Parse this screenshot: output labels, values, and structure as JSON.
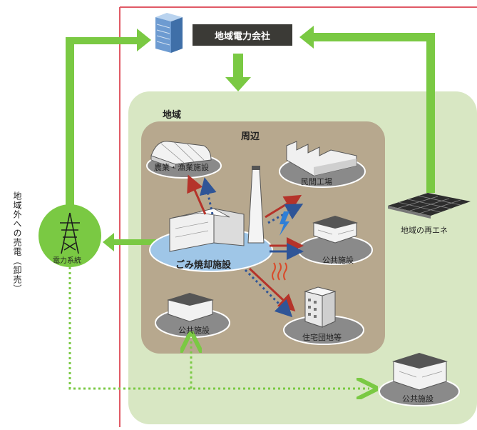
{
  "labels": {
    "company": "地域電力会社",
    "region": "地域",
    "surrounding": "周辺",
    "incinerator": "ごみ焼却施設",
    "agri": "農業・漁業施設",
    "factory": "民間工場",
    "public1": "公共施設",
    "public2": "公共施設",
    "public3": "公共施設",
    "housing": "住宅団地等",
    "renewable": "地域の再エネ",
    "grid": "電力系統",
    "outside": "地域外への売電（卸売）"
  },
  "colors": {
    "green_arrow": "#7ac943",
    "red_arrow": "#b5332a",
    "blue_arrow": "#2f5597",
    "region_bg": "#d8e7c3",
    "surround_bg": "#b7a88e",
    "border_red": "#e05a66",
    "company_box": "#3b3a36"
  }
}
